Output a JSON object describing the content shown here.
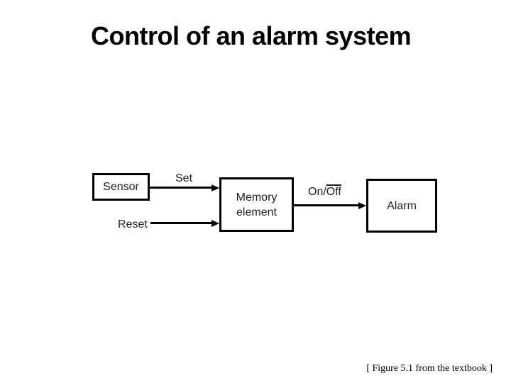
{
  "title": "Control of an alarm system",
  "caption": "[ Figure 5.1 from the textbook ]",
  "diagram": {
    "sensor_label": "Sensor",
    "memory_label": "Memory\nelement",
    "alarm_label": "Alarm",
    "set_label": "Set",
    "reset_label": "Reset",
    "onoff_prefix": "On/",
    "onoff_negated": "Off"
  },
  "colors": {
    "background": "#ffffff",
    "line_ink": "#000000",
    "label_ink": "#1f1f1f"
  }
}
